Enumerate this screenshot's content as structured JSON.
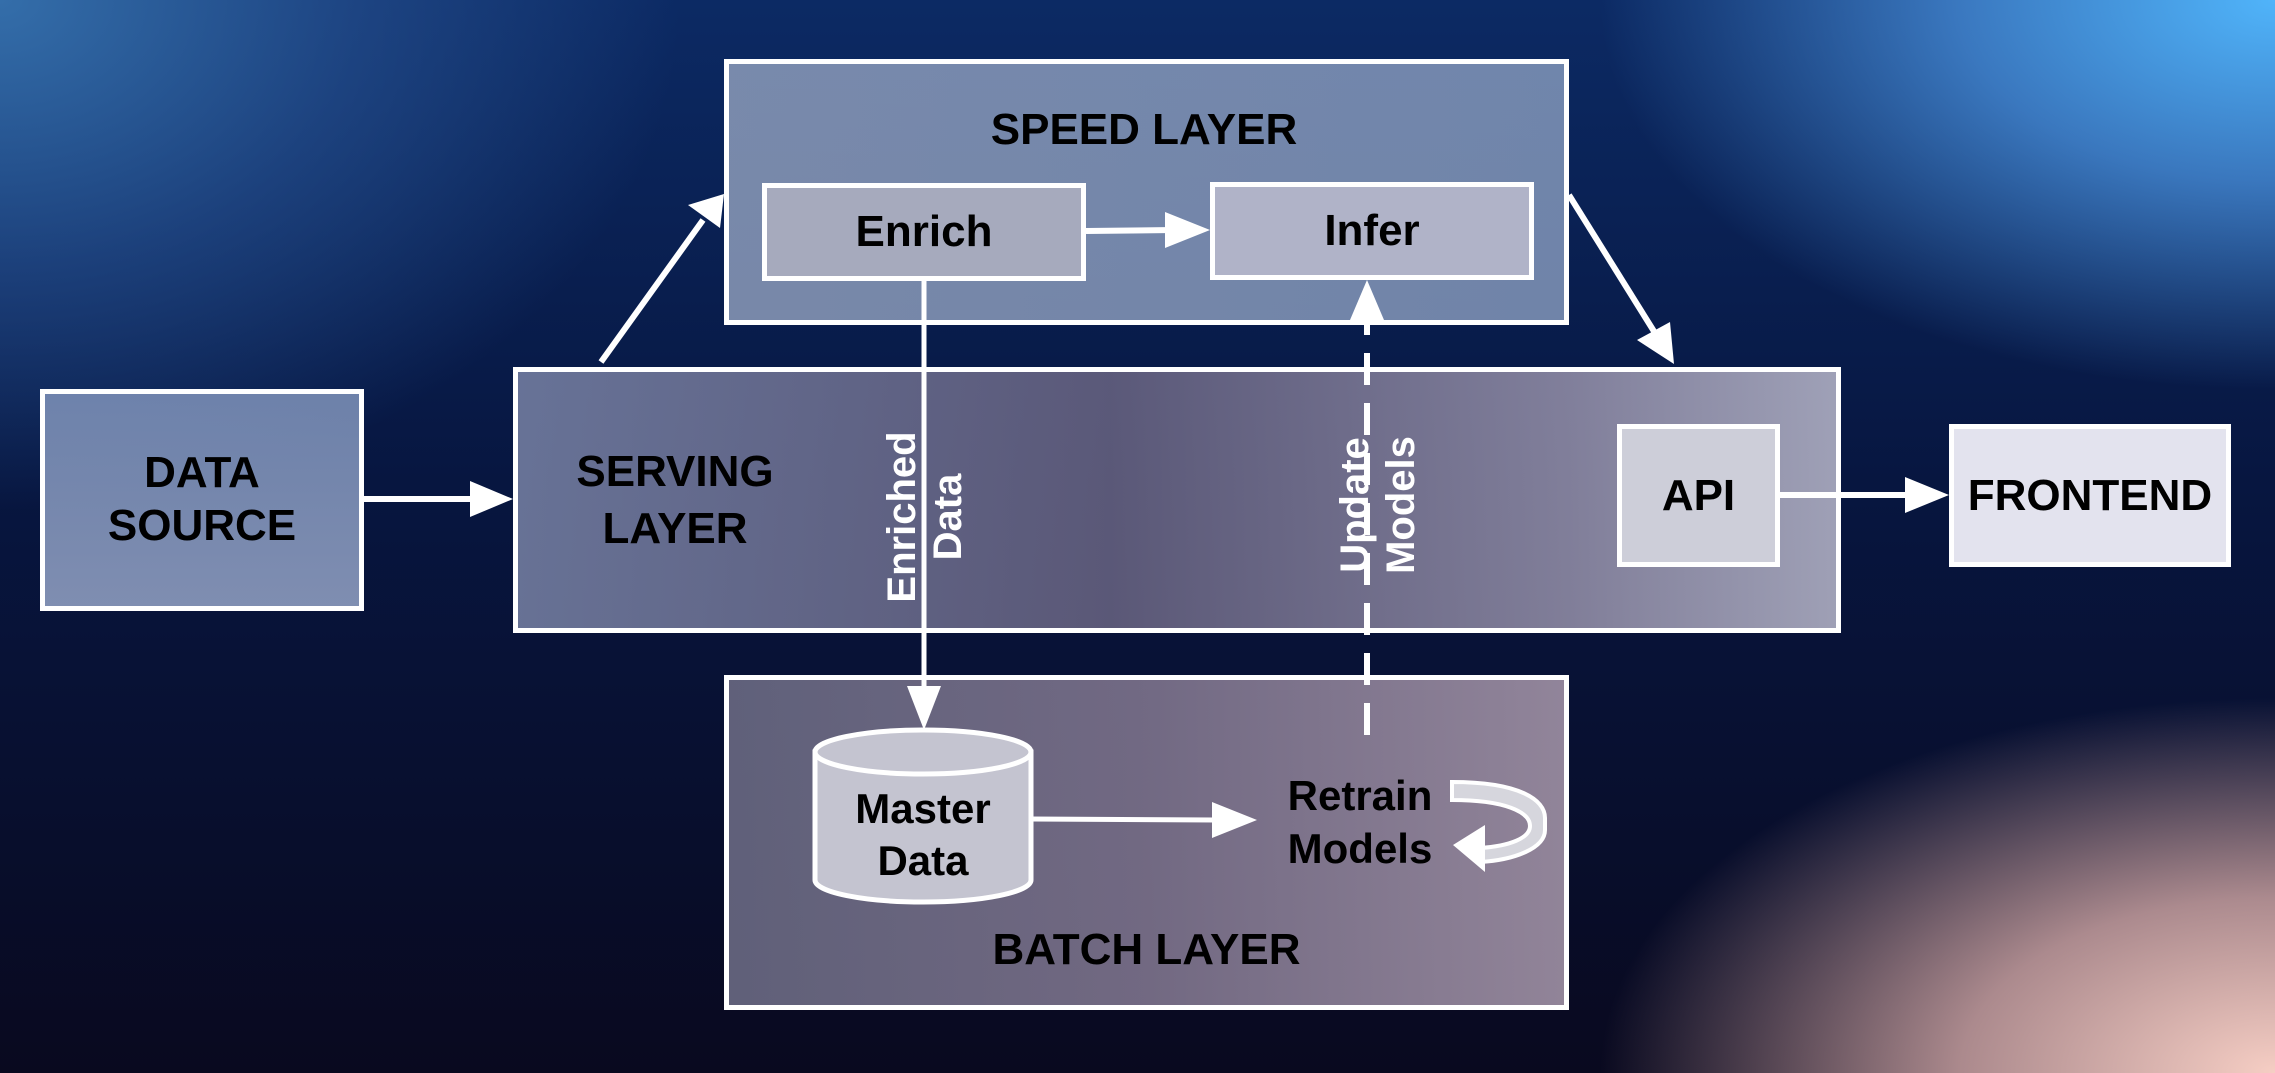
{
  "nodes": {
    "data_source": "DATA\nSOURCE",
    "serving_layer": "SERVING\nLAYER",
    "speed_layer": "SPEED LAYER",
    "enrich": "Enrich",
    "infer": "Infer",
    "api": "API",
    "frontend": "FRONTEND",
    "batch_layer": "BATCH LAYER",
    "master_data": "Master\nData",
    "retrain_models": "Retrain\nModels"
  },
  "edges": {
    "enriched_data": "Enriched\nData",
    "update_models": "Update\nModels"
  }
}
